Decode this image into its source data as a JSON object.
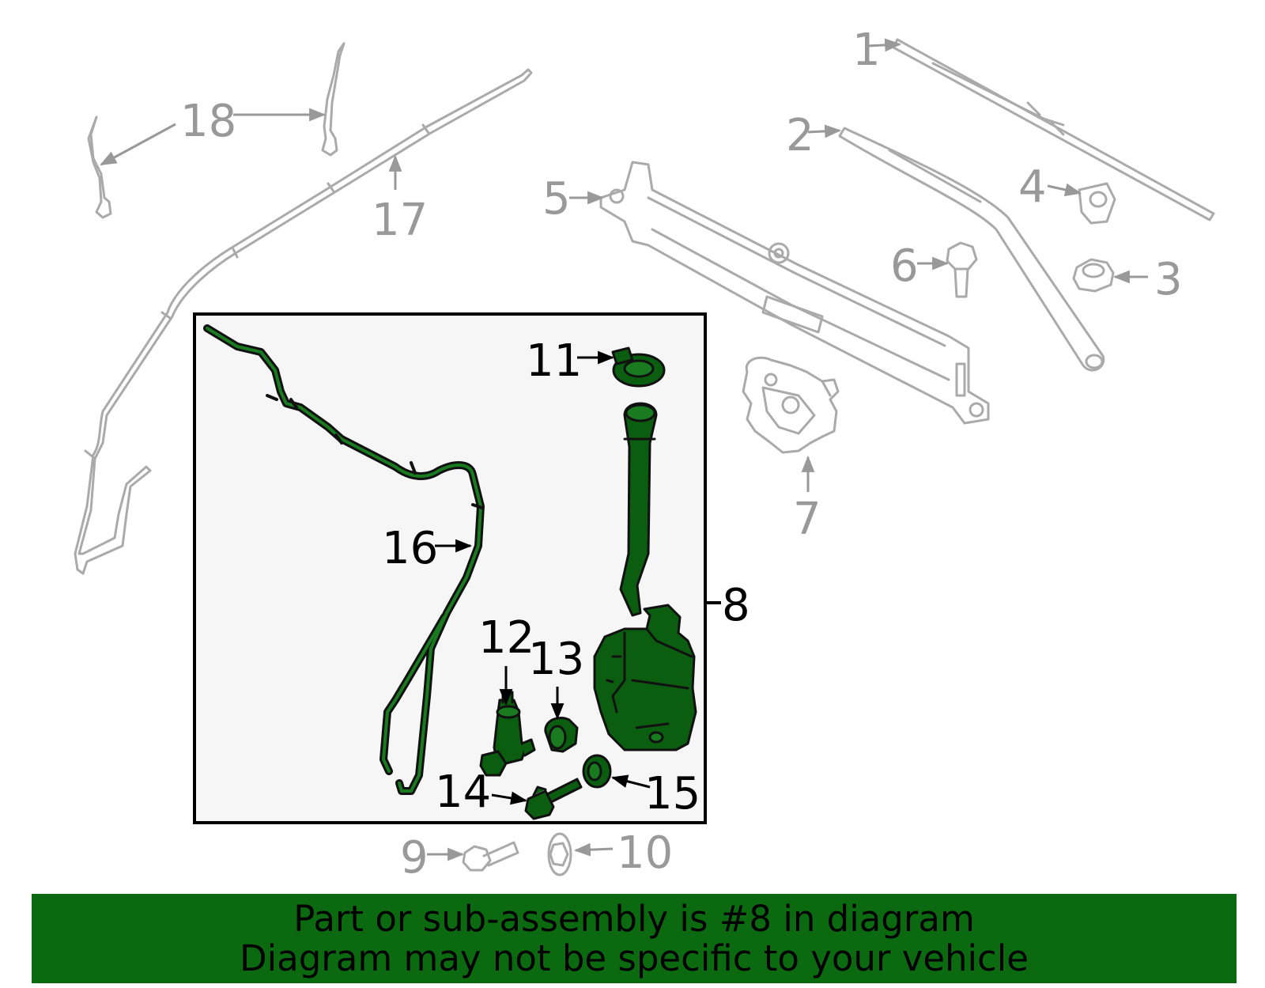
{
  "diagram": {
    "callouts": {
      "c1": "1",
      "c2": "2",
      "c3": "3",
      "c4": "4",
      "c5": "5",
      "c6": "6",
      "c7": "7",
      "c8": "8",
      "c9": "9",
      "c10": "10",
      "c11": "11",
      "c12": "12",
      "c13": "13",
      "c14": "14",
      "c15": "15",
      "c16": "16",
      "c17": "17",
      "c18": "18"
    }
  },
  "banner": {
    "line1": "Part or sub-assembly is #8 in diagram",
    "line2": "Diagram may not be specific to your vehicle"
  },
  "colors": {
    "highlight_part": "#0b5d10",
    "banner_background": "#0b6a10",
    "dimmed_part": "#aaaaaa",
    "box_fill": "#f6f6f6"
  }
}
